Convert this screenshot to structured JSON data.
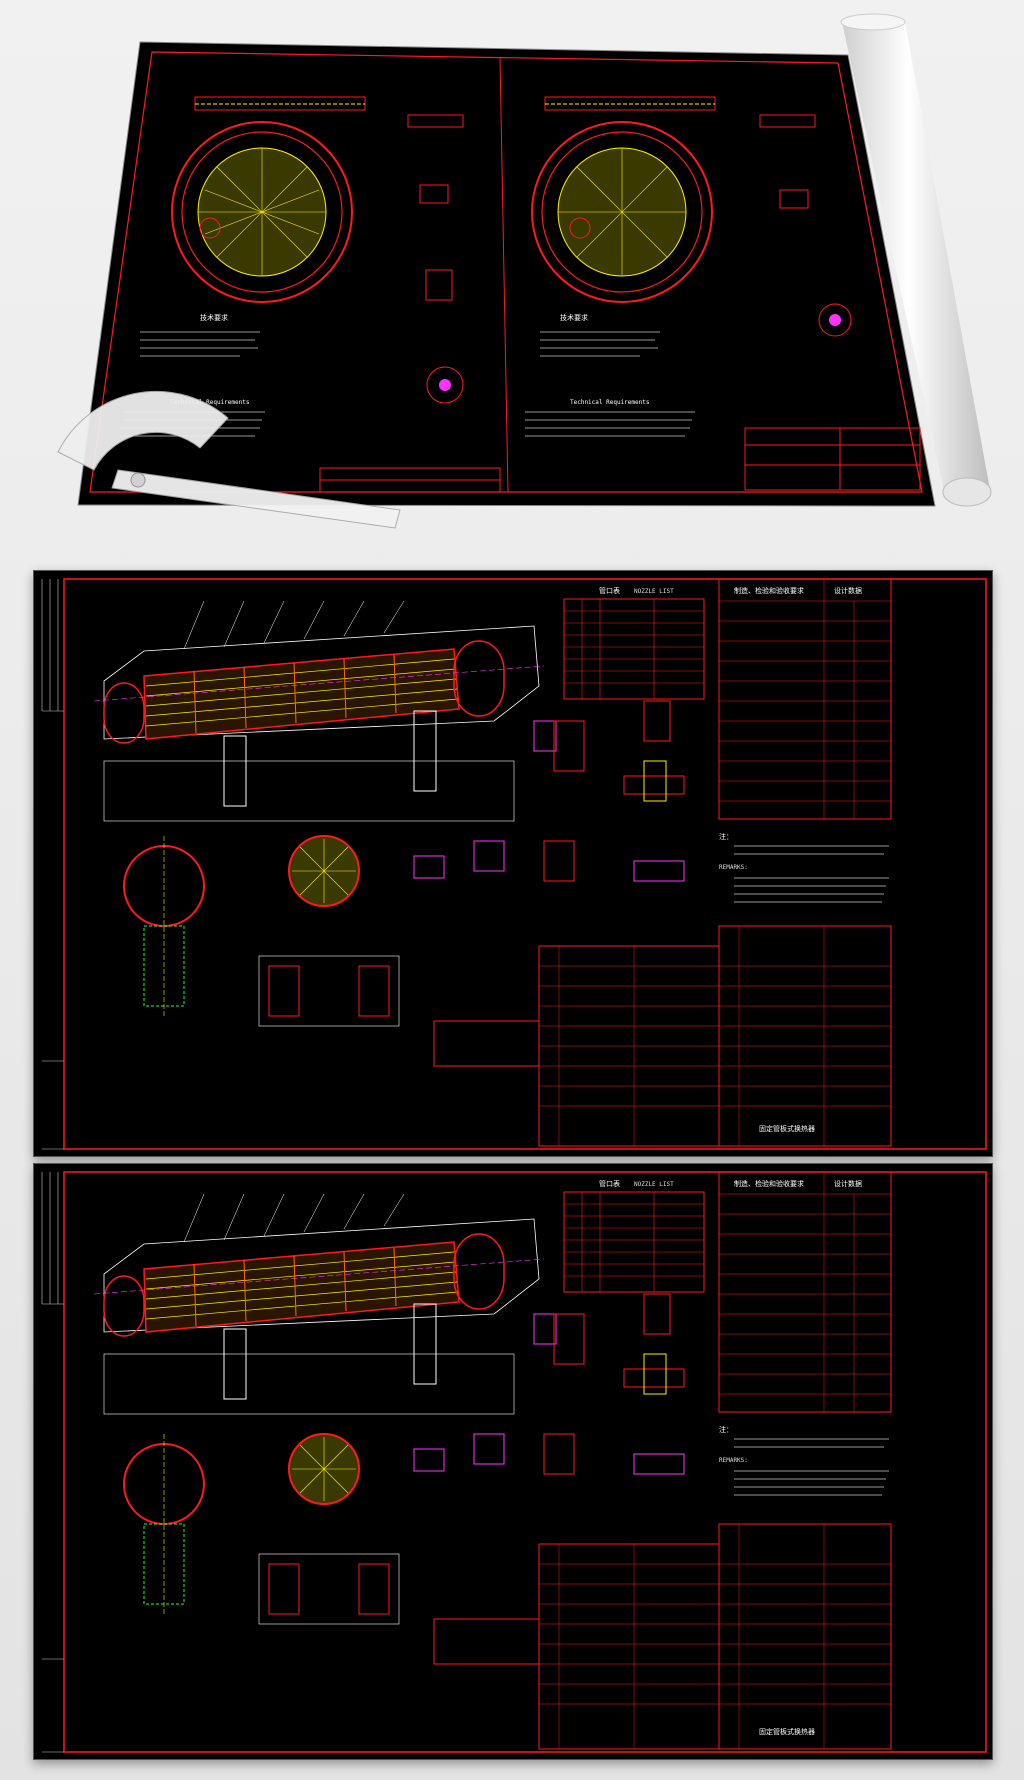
{
  "images": {
    "top_sheet": {
      "note_title_left": "技术要求",
      "note_title_left_en": "Technical Requirements",
      "note_title_right": "技术要求",
      "note_title_right_en": "Technical Requirements"
    },
    "panel_1": {
      "nozzle_table_title": "管口表",
      "nozzle_table_title_en": "NOZZLE LIST",
      "design_table_title": "制造、检验和验收要求",
      "data_table_title": "设计数据",
      "notes_heading": "注：",
      "notes_heading_en": "REMARKS:",
      "title_block": "固定管板式换热器"
    },
    "panel_2": {
      "nozzle_table_title": "管口表",
      "nozzle_table_title_en": "NOZZLE LIST",
      "design_table_title": "制造、检验和验收要求",
      "data_table_title": "设计数据",
      "notes_heading": "注：",
      "notes_heading_en": "REMARKS:",
      "title_block": "固定管板式换热器"
    }
  },
  "colors": {
    "drawing_bg": "#000000",
    "border_red": "#ff1a1a",
    "line_white": "#ffffff",
    "yellow": "#ffee00",
    "green": "#22ff22",
    "magenta": "#ff33ff",
    "cyan": "#33ffff"
  }
}
